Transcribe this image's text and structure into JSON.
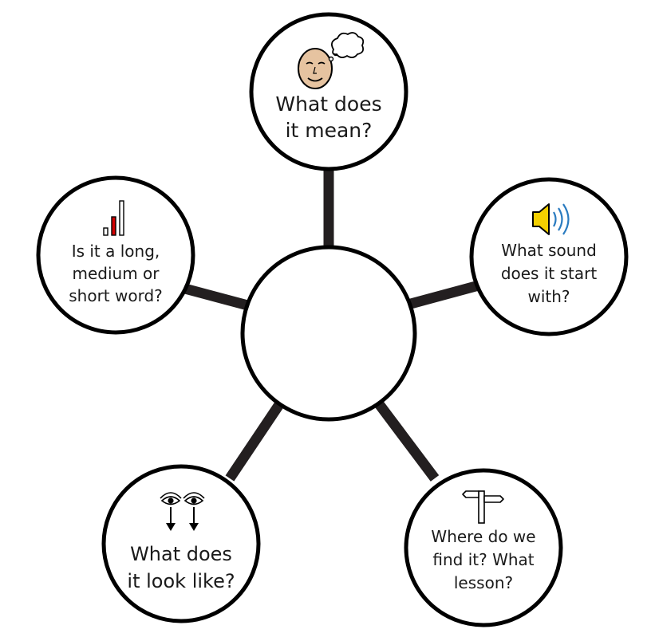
{
  "diagram": {
    "center": {
      "label": ""
    },
    "nodes": [
      {
        "id": "meaning",
        "lines": [
          "What does",
          "it mean?"
        ],
        "icon": "thinking-face-icon"
      },
      {
        "id": "sound",
        "lines": [
          "What sound",
          "does it start",
          "with?"
        ],
        "icon": "speaker-icon"
      },
      {
        "id": "location",
        "lines": [
          "Where do we",
          "find it? What",
          "lesson?"
        ],
        "icon": "signpost-icon"
      },
      {
        "id": "appearance",
        "lines": [
          "What does",
          "it look like?"
        ],
        "icon": "eyes-looking-down-icon"
      },
      {
        "id": "length",
        "lines": [
          "Is it a long,",
          "medium or",
          "short word?"
        ],
        "icon": "length-bars-icon"
      }
    ],
    "colors": {
      "stroke": "#000000",
      "connector": "#231f20",
      "face": "#e6c3a0",
      "speaker": "#f4d000",
      "sound_waves": "#2a7bc0",
      "bar_red": "#d40000"
    }
  }
}
